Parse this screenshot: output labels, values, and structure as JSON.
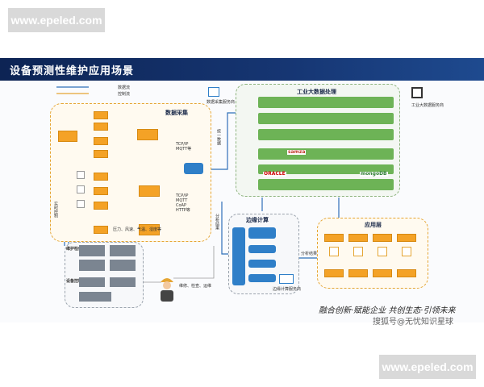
{
  "watermark": {
    "text": "www.epeled.com"
  },
  "slide": {
    "title": "设备预测性维护应用场景",
    "legend": {
      "data_flow": "数据流",
      "control_flow": "控制流"
    },
    "data_collection": {
      "title": "数据采集",
      "protocols_top": "TCP/IP\nMQTT等",
      "protocols_mid": "TCP/IP\nMQTT\nCoAP\nHTTP等",
      "bottom_note": "压力、风速、气温、湿度等"
    },
    "collection_service": {
      "label": "数据采集服务商"
    },
    "big_data": {
      "title": "工业大数据处理",
      "vendors": [
        "ORACLE",
        "samza",
        "mongoDB"
      ]
    },
    "big_data_service": {
      "label": "工业大数据服务商"
    },
    "edge": {
      "title": "边缘计算",
      "service": "边缘计算服务商",
      "flow_label": "分析结果"
    },
    "application": {
      "title": "应用层"
    },
    "maintenance": {
      "title": "维护检修"
    },
    "control": {
      "title": "设备控制系统"
    },
    "arrows": {
      "side_left": "实时控制",
      "up_label": "统一数据",
      "down_label": "分析结果"
    },
    "worker_label": "维修、检查、运维"
  },
  "caption": {
    "line1": "融合创新·赋能企业  共创生态·引领未来",
    "line2": "搜狐号@无忧知识星球"
  }
}
